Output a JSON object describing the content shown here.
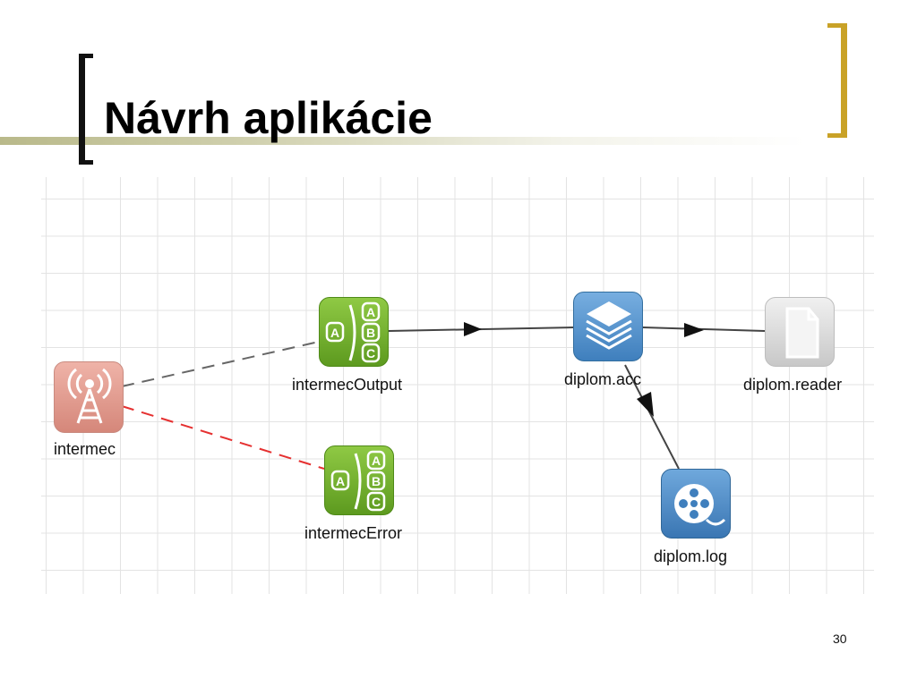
{
  "slide": {
    "title": "Návrh aplikácie",
    "page_number": "30"
  },
  "diagram": {
    "nodes": [
      {
        "id": "intermec",
        "label": "intermec",
        "icon": "radio-tower-icon"
      },
      {
        "id": "intermecOutput",
        "label": "intermecOutput",
        "icon": "abc-switch-icon"
      },
      {
        "id": "intermecError",
        "label": "intermecError",
        "icon": "abc-switch-icon"
      },
      {
        "id": "diplom_acc",
        "label": "diplom.acc",
        "icon": "layers-icon"
      },
      {
        "id": "diplom_reader",
        "label": "diplom.reader",
        "icon": "document-icon"
      },
      {
        "id": "diplom_log",
        "label": "diplom.log",
        "icon": "film-reel-icon"
      }
    ],
    "edges": [
      {
        "from": "intermec",
        "to": "intermecOutput",
        "style": "dashed",
        "color": "#666666"
      },
      {
        "from": "intermec",
        "to": "intermecError",
        "style": "dashed",
        "color": "#e53030"
      },
      {
        "from": "intermecOutput",
        "to": "diplom_acc",
        "style": "solid",
        "color": "#444444",
        "arrow": true
      },
      {
        "from": "diplom_acc",
        "to": "diplom_reader",
        "style": "solid",
        "color": "#444444",
        "arrow": true
      },
      {
        "from": "diplom_acc",
        "to": "diplom_log",
        "style": "solid",
        "color": "#444444",
        "arrow": true
      }
    ]
  }
}
